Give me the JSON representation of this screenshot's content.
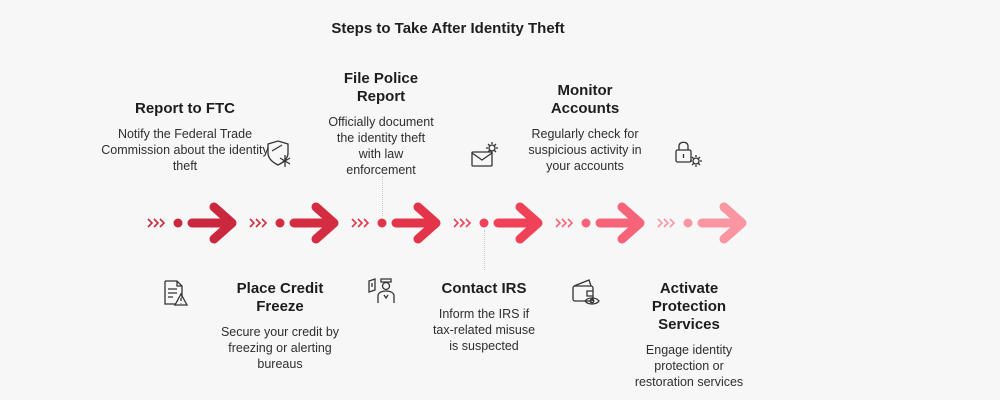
{
  "title": "Steps to Take After Identity Theft",
  "steps": [
    {
      "title": "Report to FTC",
      "desc": "Notify the Federal Trade Commission about the identity theft",
      "icon": "document-warning-icon",
      "color": "#c9283e"
    },
    {
      "title": "Place Credit Freeze",
      "desc": "Secure your credit by freezing or alerting bureaus",
      "icon": "shield-snowflake-icon",
      "color": "#d42d42"
    },
    {
      "title": "File Police Report",
      "desc": "Officially document the identity theft with law enforcement",
      "icon": "police-officer-icon",
      "color": "#e23549"
    },
    {
      "title": "Contact IRS",
      "desc": "Inform the IRS if tax-related misuse is suspected",
      "icon": "envelope-gear-icon",
      "color": "#ef4157"
    },
    {
      "title": "Monitor Accounts",
      "desc": "Regularly check for suspicious activity in your accounts",
      "icon": "wallet-eye-icon",
      "color": "#f76378"
    },
    {
      "title": "Activate Protection Services",
      "desc": "Engage identity protection or restoration services",
      "icon": "lock-gear-icon",
      "color": "#fa95a2"
    }
  ]
}
